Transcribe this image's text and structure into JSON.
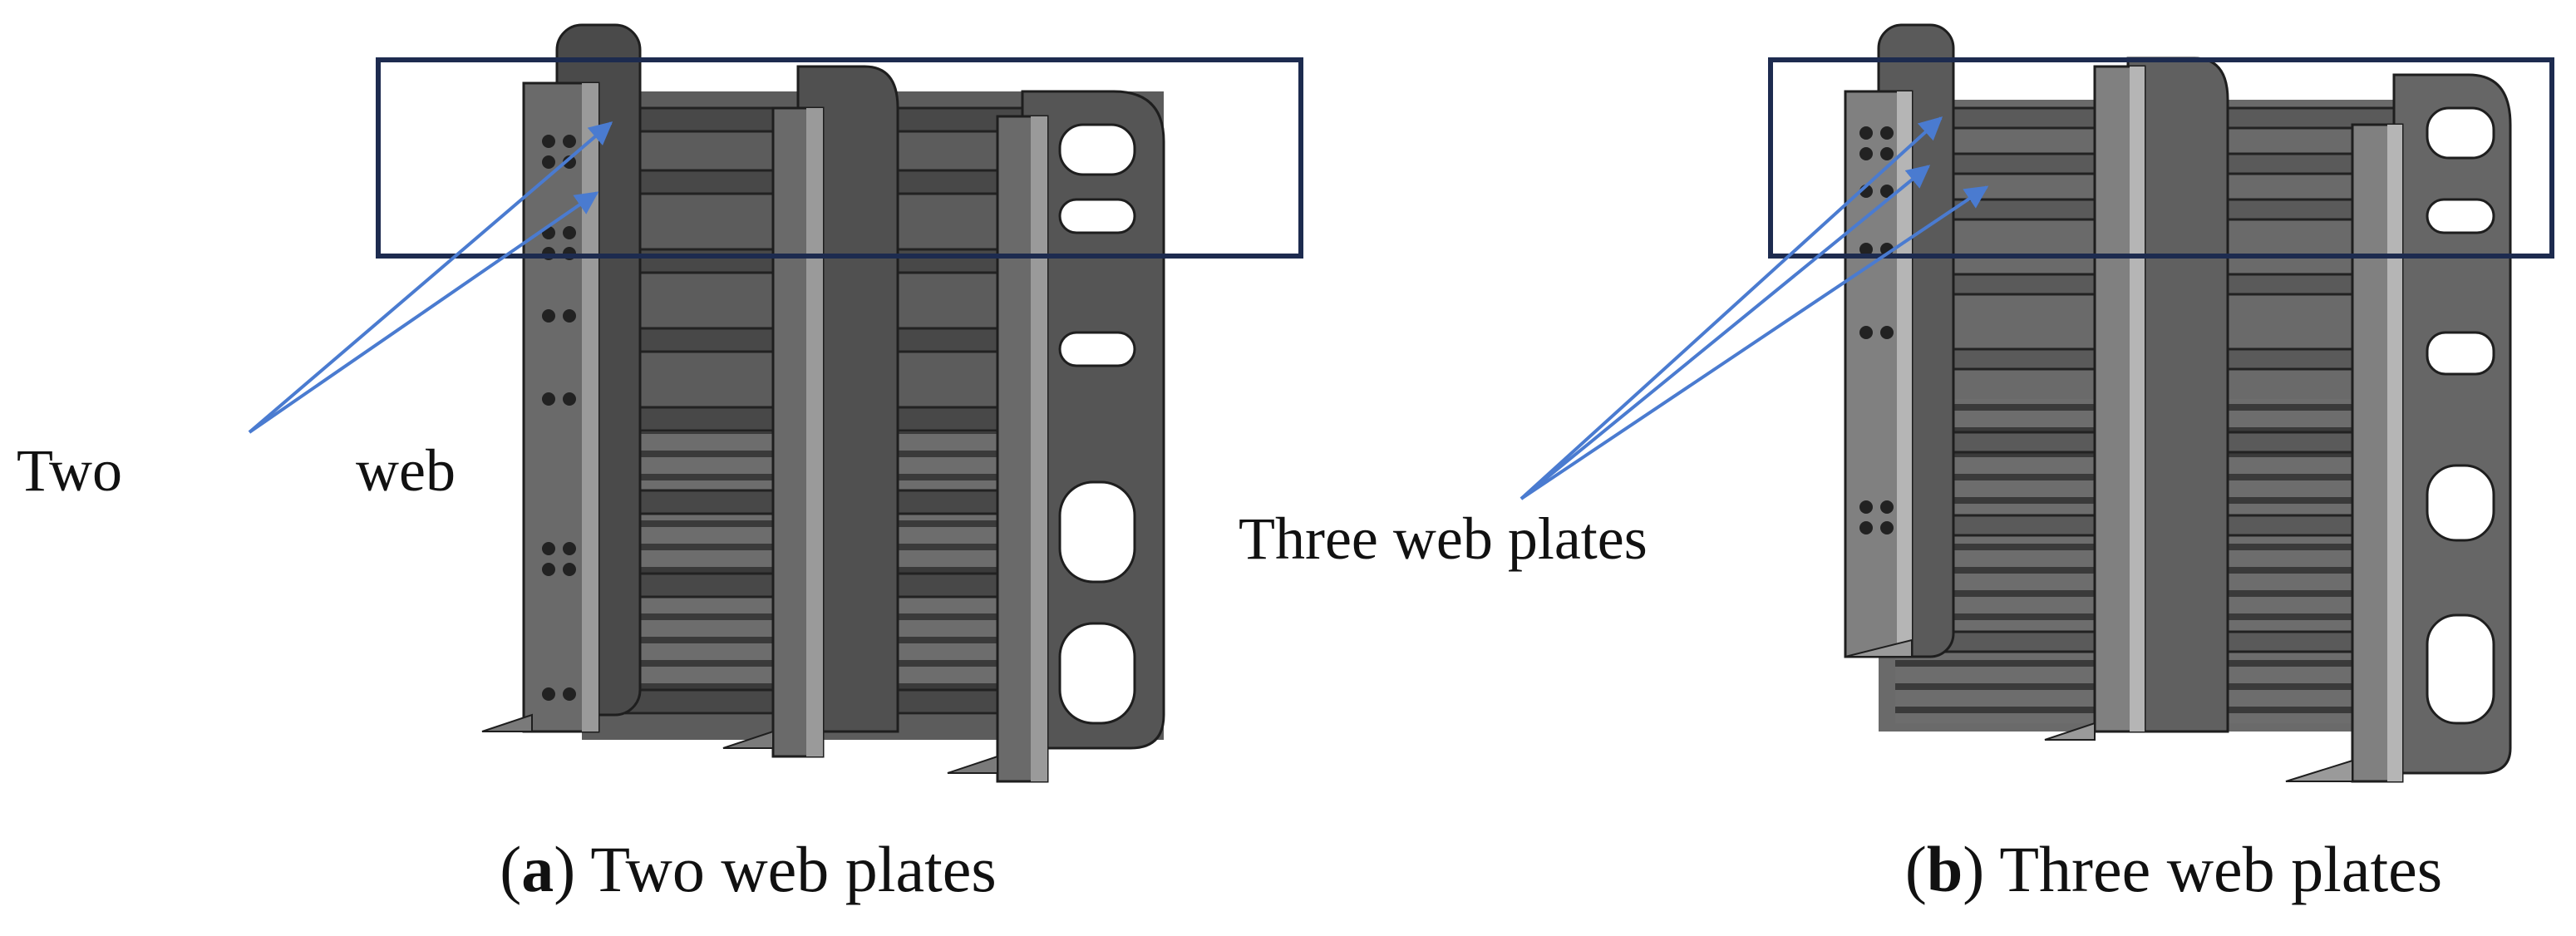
{
  "panel_a": {
    "callout_word1": "Two",
    "callout_word2": "web",
    "caption_open": "(",
    "caption_letter": "a",
    "caption_rest": ") Two web plates"
  },
  "panel_b": {
    "callout": "Three web plates",
    "caption_open": "(",
    "caption_letter": "b",
    "caption_rest": ") Three web plates"
  },
  "colors": {
    "highlight_box": "#1d2b4f",
    "arrow": "#4a7bd0",
    "steel_dark": "#3f3f3f",
    "steel_mid": "#5a5a5a",
    "steel_light": "#9a9a9a"
  }
}
